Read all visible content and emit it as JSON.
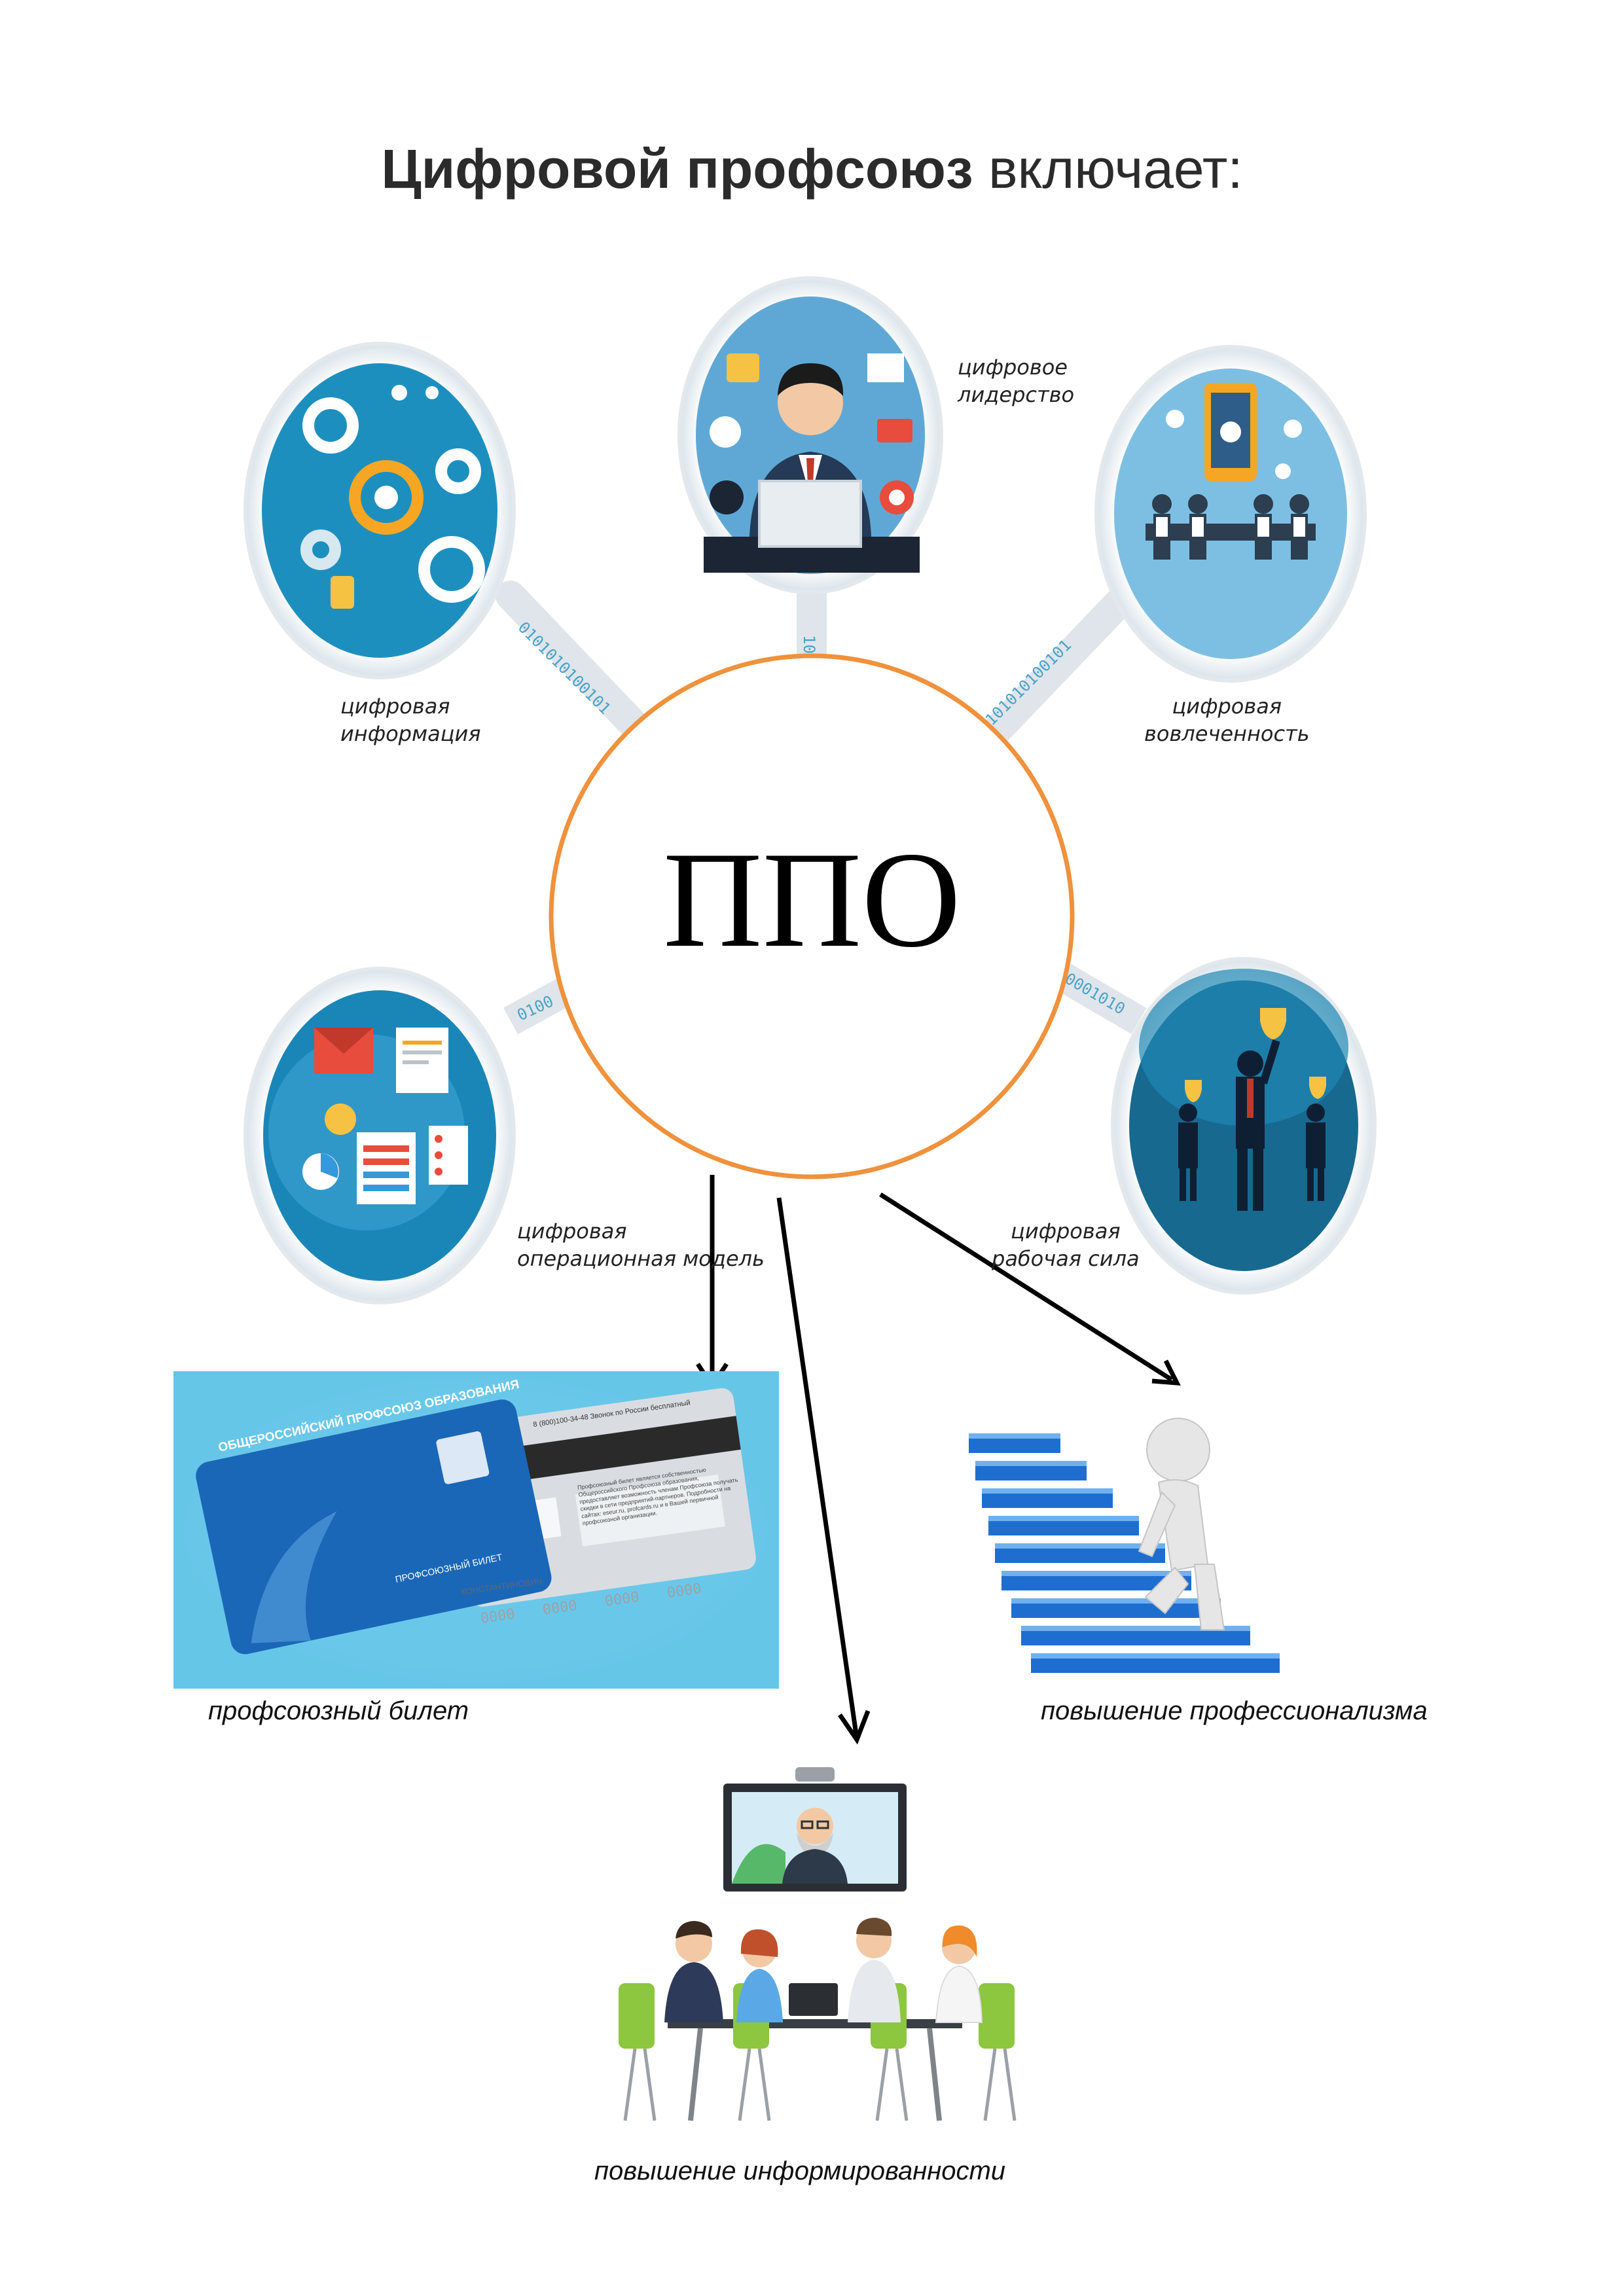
{
  "title": {
    "bold": "Цифровой профсоюз",
    "rest": " включает:"
  },
  "center": {
    "label": "ППО"
  },
  "nodes": {
    "leadership": {
      "line1": "цифровое",
      "line2": "лидерство"
    },
    "information": {
      "line1": "цифровая",
      "line2": "информация"
    },
    "engagement": {
      "line1": "цифровая",
      "line2": "вовлеченность"
    },
    "operational_model": {
      "line1": "цифровая",
      "line2": "операционная  модель"
    },
    "workforce": {
      "line1": "цифровая",
      "line2": "рабочая  сила"
    }
  },
  "binary": {
    "left_top": "0101010100101",
    "top": "100",
    "right_top": "0101010100101",
    "left_bottom": "0100",
    "right_bottom": "0001010"
  },
  "card": {
    "front_title": "ОБЩЕРОССИЙСКИЙ ПРОФСОЮЗ ОБРАЗОВАНИЯ",
    "front_sub": "ПРОФСОЮЗНЫЙ БИЛЕТ",
    "back_phone": "8 (800)100-34-48 Звонок по России бесплатный",
    "back_text": "Профсоюзный билет является собственностью Общероссийского Профсоюза образования, предоставляет возможность членам Профсоюза получать скидки в сети предприятий-партнеров. Подробности на сайтах: eseur.ru, profcards.ru и в Вашей первичной профсоюзной организации.",
    "back_name": "КОНСТАНТИНОВИЧ",
    "back_digits": [
      "0000",
      "0000",
      "0000",
      "0000"
    ]
  },
  "captions": {
    "card": "профсоюзный билет",
    "professionalism": "повышение профессионализма",
    "awareness": "повышение  информированности"
  },
  "colors": {
    "orange": "#f0913c",
    "teal": "#1a8fc0",
    "dark": "#0f2b4a",
    "card_blue": "#1a67b8"
  }
}
